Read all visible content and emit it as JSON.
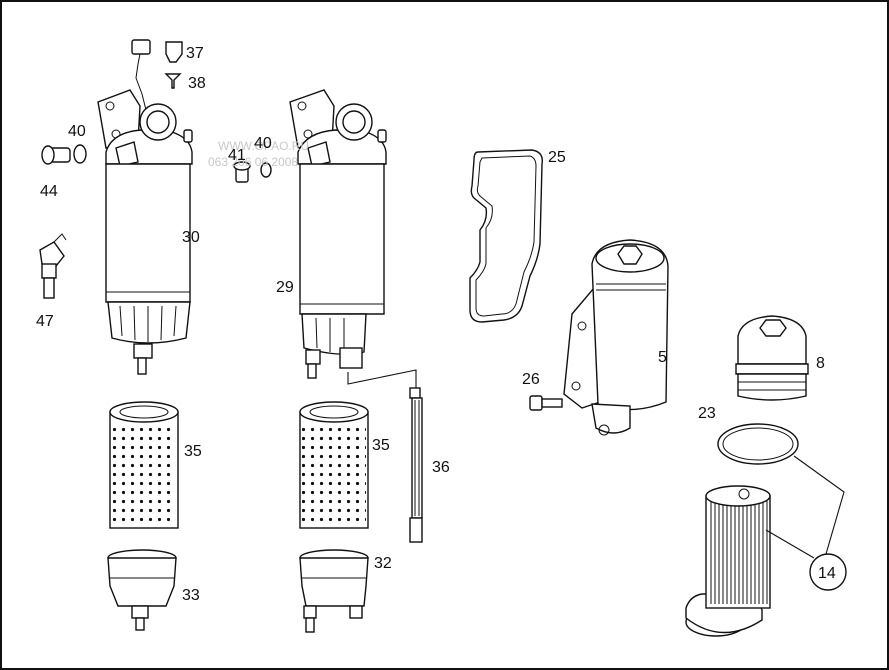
{
  "watermark": {
    "line1": "WWW.OPAO.RU",
    "line2": "063 206 06 2008"
  },
  "labels": {
    "p37": "37",
    "p38": "38",
    "p40a": "40",
    "p44": "44",
    "p30": "30",
    "p47": "47",
    "p41": "41",
    "p40b": "40",
    "p29": "29",
    "p25": "25",
    "p5": "5",
    "p26": "26",
    "p8": "8",
    "p23": "23",
    "p35a": "35",
    "p35b": "35",
    "p36": "36",
    "p33": "33",
    "p32": "32",
    "p14": "14"
  }
}
